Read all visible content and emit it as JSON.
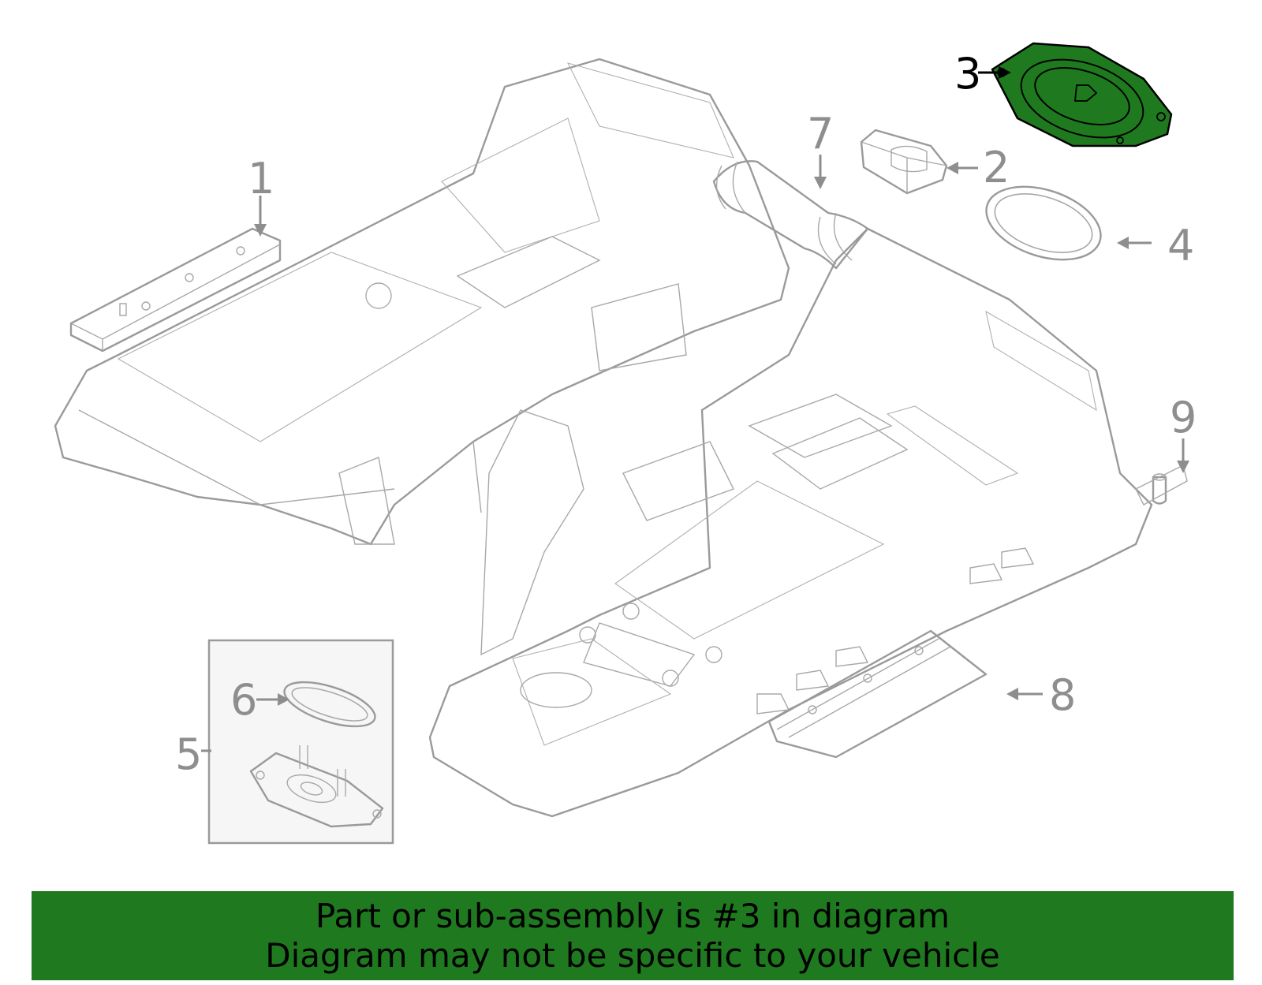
{
  "callouts": {
    "c1": "1",
    "c2": "2",
    "c3": "3",
    "c4": "4",
    "c5": "5",
    "c6": "6",
    "c7": "7",
    "c8": "8",
    "c9": "9"
  },
  "highlighted_part": "3",
  "colors": {
    "highlight_fill": "#1f7a1f",
    "line_art": "#9a9a9a",
    "banner_bg": "#1f7a1f"
  },
  "banner": {
    "line1": "Part or sub-assembly is #3 in diagram",
    "line2": "Diagram may not be specific to your vehicle"
  }
}
